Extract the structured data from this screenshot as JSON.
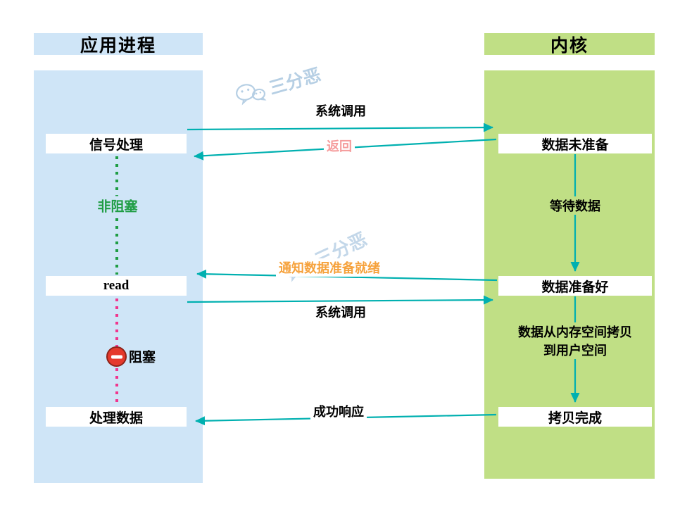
{
  "left": {
    "title": "应用进程",
    "box_signal": "信号处理",
    "box_read": "read",
    "box_process": "处理数据",
    "nonblocking_label": "非阻塞",
    "blocking_label": "阻塞"
  },
  "right": {
    "title": "内核",
    "box_not_ready": "数据未准备",
    "box_ready": "数据准备好",
    "box_copy_done": "拷贝完成",
    "wait_label": "等待数据",
    "copy_label_line1": "数据从内存空间拷贝",
    "copy_label_line2": "到用户空间"
  },
  "arrows": {
    "syscall_top": "系统调用",
    "return_label": "返回",
    "notify_label": "通知数据准备就绪",
    "syscall_bottom": "系统调用",
    "success_label": "成功响应"
  },
  "watermark": {
    "text": "三分恶"
  },
  "colors": {
    "app_column": "#cfe5f7",
    "kernel_column": "#c0df85",
    "arrow_teal": "#00b0b0",
    "nonblocking_green": "#1f9d44",
    "blocking_pink": "#f0368e",
    "return_pink": "#f59c9c",
    "notify_orange": "#f6a23c",
    "stop_icon_red": "#e5392c",
    "watermark_blue": "#b6cfe4"
  }
}
